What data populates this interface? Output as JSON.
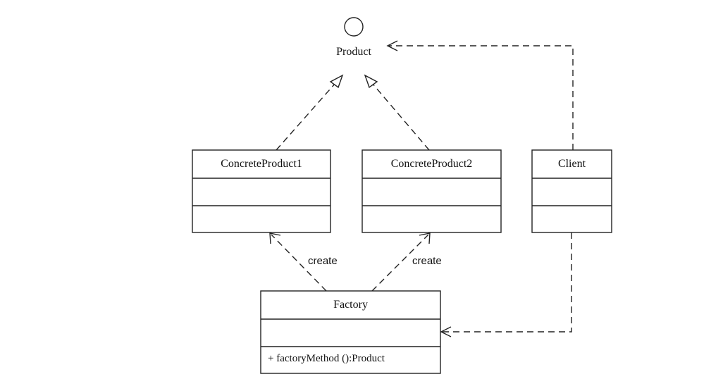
{
  "interface": {
    "name": "Product"
  },
  "classes": {
    "concrete_product_1": {
      "name": "ConcreteProduct1"
    },
    "concrete_product_2": {
      "name": "ConcreteProduct2"
    },
    "client": {
      "name": "Client"
    },
    "factory": {
      "name": "Factory",
      "operation": "+ factoryMethod ():Product"
    }
  },
  "relations": {
    "create_1": "create",
    "create_2": "create"
  }
}
